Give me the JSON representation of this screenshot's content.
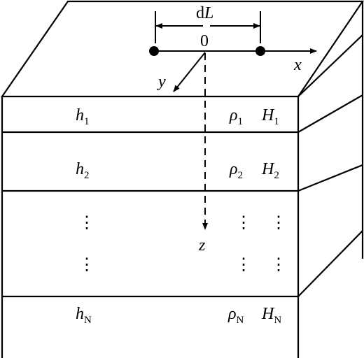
{
  "source_label": {
    "main": "d",
    "var": "L"
  },
  "origin_label": "0",
  "axes": {
    "x": "x",
    "y": "y",
    "z": "z"
  },
  "layers": [
    {
      "h": "h",
      "h_sub": "1",
      "rho": "ρ",
      "rho_sub": "1",
      "H": "H",
      "H_sub": "1"
    },
    {
      "h": "h",
      "h_sub": "2",
      "rho": "ρ",
      "rho_sub": "2",
      "H": "H",
      "H_sub": "2"
    },
    {
      "h": "h",
      "h_sub": "N",
      "rho": "ρ",
      "rho_sub": "N",
      "H": "H",
      "H_sub": "N"
    }
  ],
  "ellipsis_glyph": "⋮"
}
